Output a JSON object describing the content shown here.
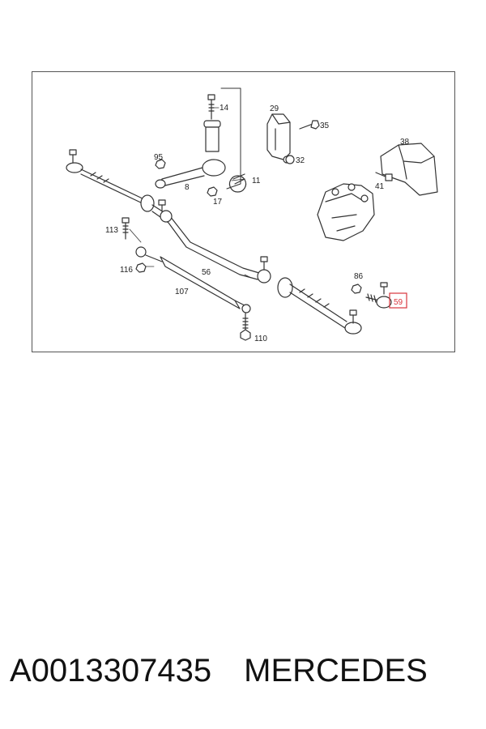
{
  "diagram": {
    "labels": {
      "l14": "14",
      "l29": "29",
      "l35": "35",
      "l32": "32",
      "l38": "38",
      "l95": "95",
      "l8": "8",
      "l11": "11",
      "l17": "17",
      "l41": "41",
      "l113": "113",
      "l116": "116",
      "l56": "56",
      "l107": "107",
      "l86": "86",
      "l59": "59",
      "l110": "110"
    },
    "highlight_color": "#d9363e"
  },
  "footer": {
    "part_number": "A0013307435",
    "brand": "MERCEDES"
  }
}
